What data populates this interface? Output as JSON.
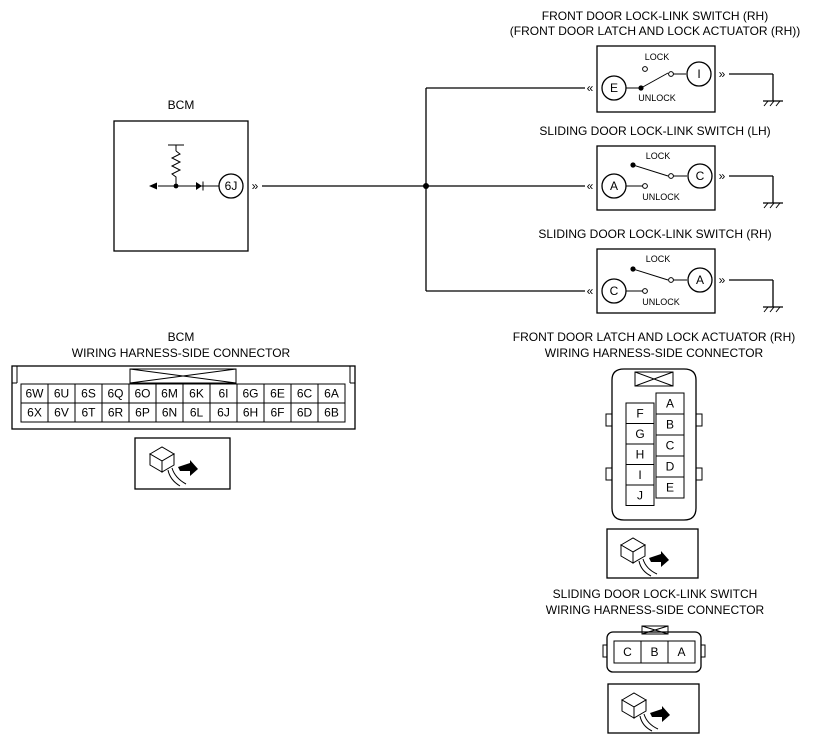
{
  "bcm": {
    "title": "BCM",
    "pin": "6J"
  },
  "switches": [
    {
      "title1": "FRONT DOOR LOCK-LINK SWITCH (RH)",
      "title2": "(FRONT DOOR LATCH AND LOCK ACTUATOR (RH))",
      "in_pin": "E",
      "out_pin": "I",
      "lock": "LOCK",
      "unlock": "UNLOCK"
    },
    {
      "title1": "SLIDING DOOR LOCK-LINK SWITCH (LH)",
      "in_pin": "A",
      "out_pin": "C",
      "lock": "LOCK",
      "unlock": "UNLOCK"
    },
    {
      "title1": "SLIDING DOOR LOCK-LINK SWITCH (RH)",
      "in_pin": "C",
      "out_pin": "A",
      "lock": "LOCK",
      "unlock": "UNLOCK"
    }
  ],
  "bcm_connector": {
    "title1": "BCM",
    "title2": "WIRING HARNESS-SIDE CONNECTOR",
    "top_row": [
      "6W",
      "6U",
      "6S",
      "6Q",
      "6O",
      "6M",
      "6K",
      "6I",
      "6G",
      "6E",
      "6C",
      "6A"
    ],
    "bottom_row": [
      "6X",
      "6V",
      "6T",
      "6R",
      "6P",
      "6N",
      "6L",
      "6J",
      "6H",
      "6F",
      "6D",
      "6B"
    ]
  },
  "actuator_connector": {
    "title1": "FRONT DOOR LATCH AND LOCK ACTUATOR (RH)",
    "title2": "WIRING HARNESS-SIDE CONNECTOR",
    "right_col": [
      "A",
      "B",
      "C",
      "D",
      "E"
    ],
    "left_col": [
      "F",
      "G",
      "H",
      "I",
      "J"
    ]
  },
  "sliding_connector": {
    "title1": "SLIDING DOOR LOCK-LINK SWITCH",
    "title2": "WIRING HARNESS-SIDE CONNECTOR",
    "pins": [
      "C",
      "B",
      "A"
    ]
  }
}
